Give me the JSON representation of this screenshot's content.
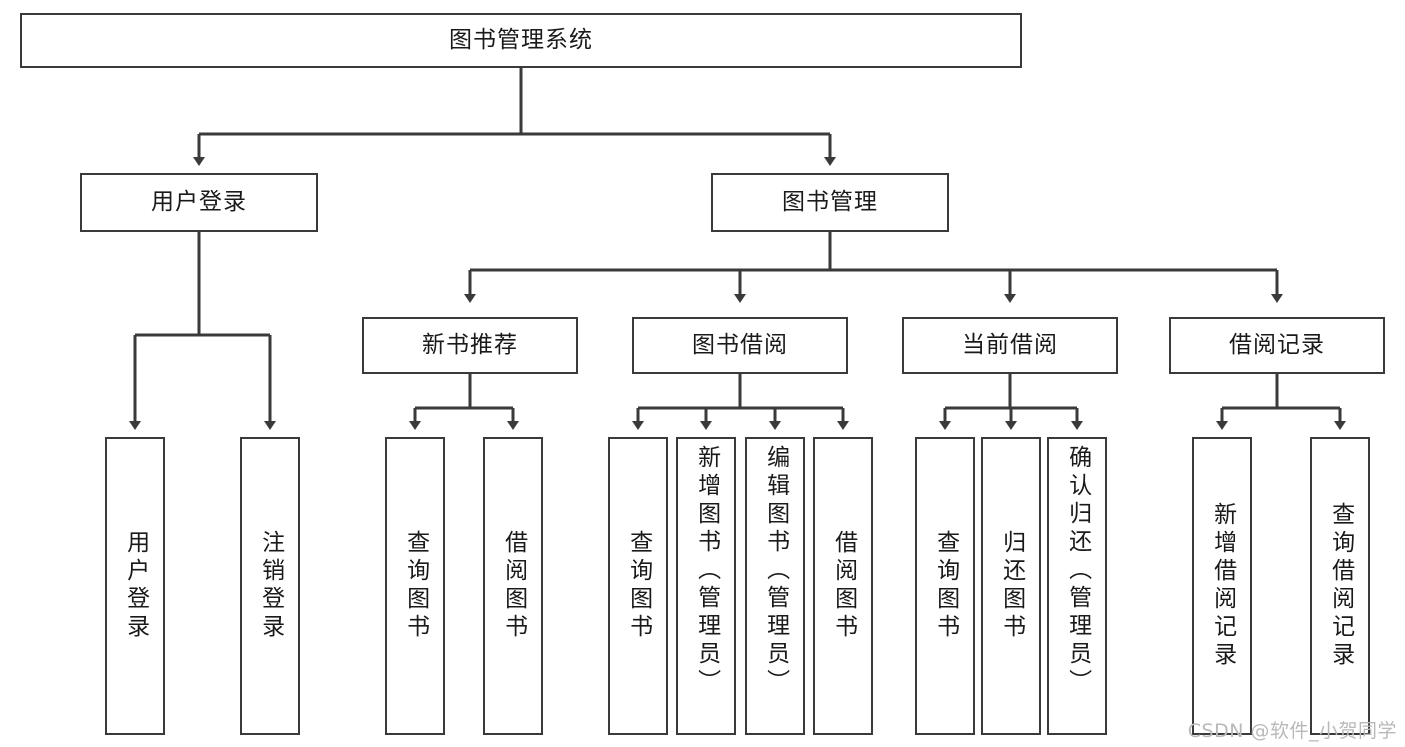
{
  "diagram": {
    "title": "图书管理系统",
    "type": "tree-hierarchy-diagram",
    "colors": {
      "stroke": "#3a3a3a",
      "fill": "#ffffff",
      "text": "#1a1a1a",
      "watermark": "#b9b9b9"
    },
    "levels": {
      "root": "图书管理系统",
      "level2": [
        "用户登录",
        "图书管理"
      ],
      "level3": [
        "新书推荐",
        "图书借阅",
        "当前借阅",
        "借阅记录"
      ]
    },
    "nodes": {
      "root": {
        "label": "图书管理系统"
      },
      "user_login": {
        "label": "用户登录"
      },
      "book_manage": {
        "label": "图书管理"
      },
      "new_book_rec": {
        "label": "新书推荐"
      },
      "book_borrow": {
        "label": "图书借阅"
      },
      "current_borrow": {
        "label": "当前借阅"
      },
      "borrow_record": {
        "label": "借阅记录"
      },
      "leaf_user_login": {
        "label": "用户登录"
      },
      "leaf_logout": {
        "label": "注销登录"
      },
      "leaf_query_book_a": {
        "label": "查询图书"
      },
      "leaf_borrow_book_a": {
        "label": "借阅图书"
      },
      "leaf_query_book_b": {
        "label": "查询图书"
      },
      "leaf_add_book": {
        "label": "新增图书（管理员）"
      },
      "leaf_edit_book": {
        "label": "编辑图书（管理员）"
      },
      "leaf_borrow_book_b": {
        "label": "借阅图书"
      },
      "leaf_query_book_c": {
        "label": "查询图书"
      },
      "leaf_return_book": {
        "label": "归还图书"
      },
      "leaf_confirm_return": {
        "label": "确认归还（管理员）"
      },
      "leaf_add_record": {
        "label": "新增借阅记录"
      },
      "leaf_query_record": {
        "label": "查询借阅记录"
      }
    }
  },
  "watermark": {
    "text": "CSDN @软件_小贺同学"
  }
}
